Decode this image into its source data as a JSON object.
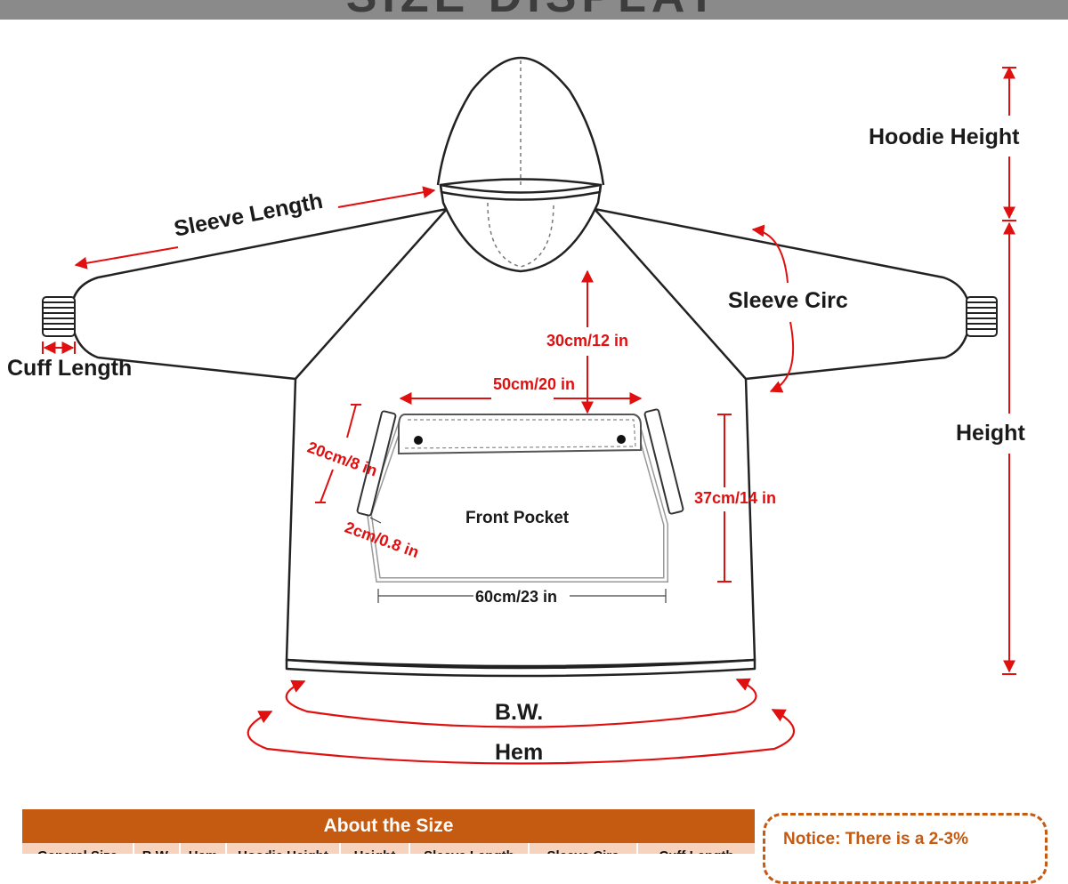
{
  "banner": {
    "title": "SIZE DISPLAY"
  },
  "labels": {
    "sleeve_length": "Sleeve Length",
    "cuff_length": "Cuff Length",
    "hoodie_height": "Hoodie Height",
    "sleeve_circ": "Sleeve Circ",
    "height": "Height",
    "bw": "B.W.",
    "hem": "Hem",
    "front_pocket": "Front Pocket"
  },
  "pocket_dims": {
    "top_depth": "30cm/12 in",
    "top_width": "50cm/20 in",
    "side_length": "20cm/8 in",
    "side_width": "2cm/0.8 in",
    "height": "37cm/14 in",
    "bottom_width": "60cm/23 in"
  },
  "table": {
    "title": "About the Size",
    "columns": [
      "General Size",
      "B.W.",
      "Hem",
      "Hoodie Height",
      "Height",
      "Sleeve Length",
      "Sleeve Circ",
      "Cuff Length"
    ]
  },
  "notice": {
    "text": "Notice: There is a 2-3%"
  },
  "colors": {
    "accent": "#c55a11",
    "dimension_red": "#e01010",
    "header_light": "#f7d3bd",
    "banner_gray": "#8a8a8a"
  }
}
